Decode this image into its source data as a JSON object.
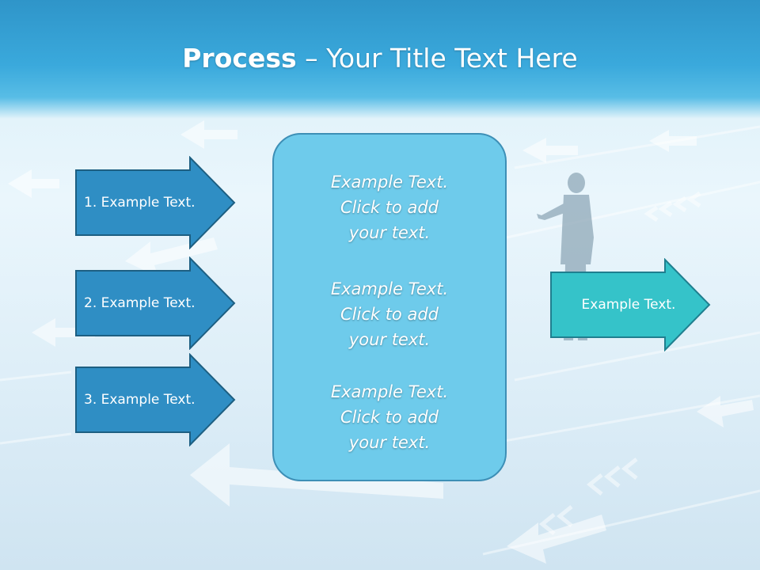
{
  "title": {
    "bold": "Process",
    "rest": " – Your Title Text Here"
  },
  "inputs": [
    {
      "label": "1. Example Text."
    },
    {
      "label": "2. Example Text."
    },
    {
      "label": "3. Example Text."
    }
  ],
  "center": {
    "paragraphs": [
      {
        "line1": "Example Text.",
        "line2": "Click  to add",
        "line3": "your text."
      },
      {
        "line1": "Example Text.",
        "line2": "Click  to add",
        "line3": "your text."
      },
      {
        "line1": "Example Text.",
        "line2": "Click  to add",
        "line3": "your text."
      }
    ]
  },
  "output": {
    "label": "Example Text."
  },
  "colors": {
    "input_arrow_fill": "#2f8ec4",
    "input_arrow_stroke": "#1d5f82",
    "output_arrow_fill": "#35c3c9",
    "output_arrow_stroke": "#1f7f8f",
    "center_fill": "#6ecbeb",
    "center_stroke": "#3d8fb6",
    "header": "#3aa9dc"
  },
  "background_image": {
    "subject": "silhouette of businessman presenting on floor of arrows"
  }
}
